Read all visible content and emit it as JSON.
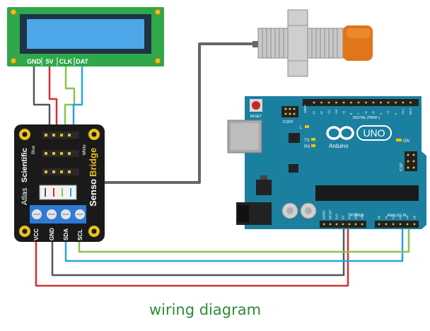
{
  "caption": "wiring diagram",
  "lcd": {
    "pins": [
      "GND",
      "5V",
      "CLK",
      "DAT"
    ]
  },
  "bridge": {
    "brand_a": "Atlas",
    "brand_b": "Scientific",
    "name_a": "Senso",
    "name_b": "Bridge",
    "side_left": "Blue",
    "side_right": "White",
    "pins": [
      "VCC",
      "GND",
      "SDA",
      "SCL"
    ]
  },
  "arduino": {
    "logo_text": "Arduino",
    "model": "UNO",
    "reset": "RESET",
    "on": "ON",
    "tx": "TX",
    "rx": "RX",
    "l": "L",
    "icsp": "ICSP",
    "icsp2": "ICSP2",
    "aref": "AREF",
    "digital": "DIGITAL (PWM~)",
    "power": "POWER",
    "analog": "ANALOG IN",
    "digital_pins": [
      "13",
      "12",
      "~11",
      "~10",
      "~9",
      "8",
      "7",
      "~6",
      "~5",
      "4",
      "~3",
      "2",
      "TX 1",
      "RX 0"
    ],
    "power_pins": [
      "IOREF",
      "RESET",
      "3V3",
      "5V",
      "GND",
      "GND",
      "VIN"
    ],
    "analog_pins": [
      "A0",
      "A1",
      "A2",
      "A3",
      "A4",
      "A5"
    ]
  },
  "colors": {
    "wire_black": "#555555",
    "wire_red": "#d32f2f",
    "wire_green": "#8bc34a",
    "wire_blue": "#29a3dd",
    "board_teal": "#1b7f9f",
    "lcd_screen": "#4da6e8",
    "pcb_green": "#2ea84a",
    "caption": "#2e8b3a"
  }
}
